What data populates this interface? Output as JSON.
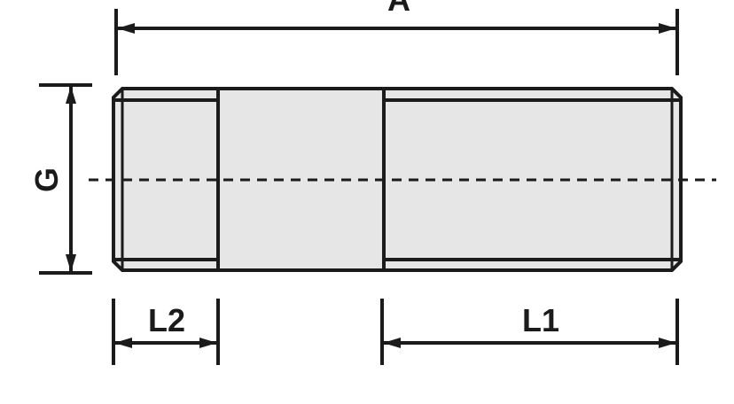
{
  "diagram": {
    "labels": {
      "overall_length": "A",
      "thread_size": "G",
      "long_thread_length": "L1",
      "short_thread_length": "L2"
    },
    "colors": {
      "line": "#1b1b1b",
      "body_fill": "#e6e6e6",
      "background": "#ffffff"
    }
  }
}
